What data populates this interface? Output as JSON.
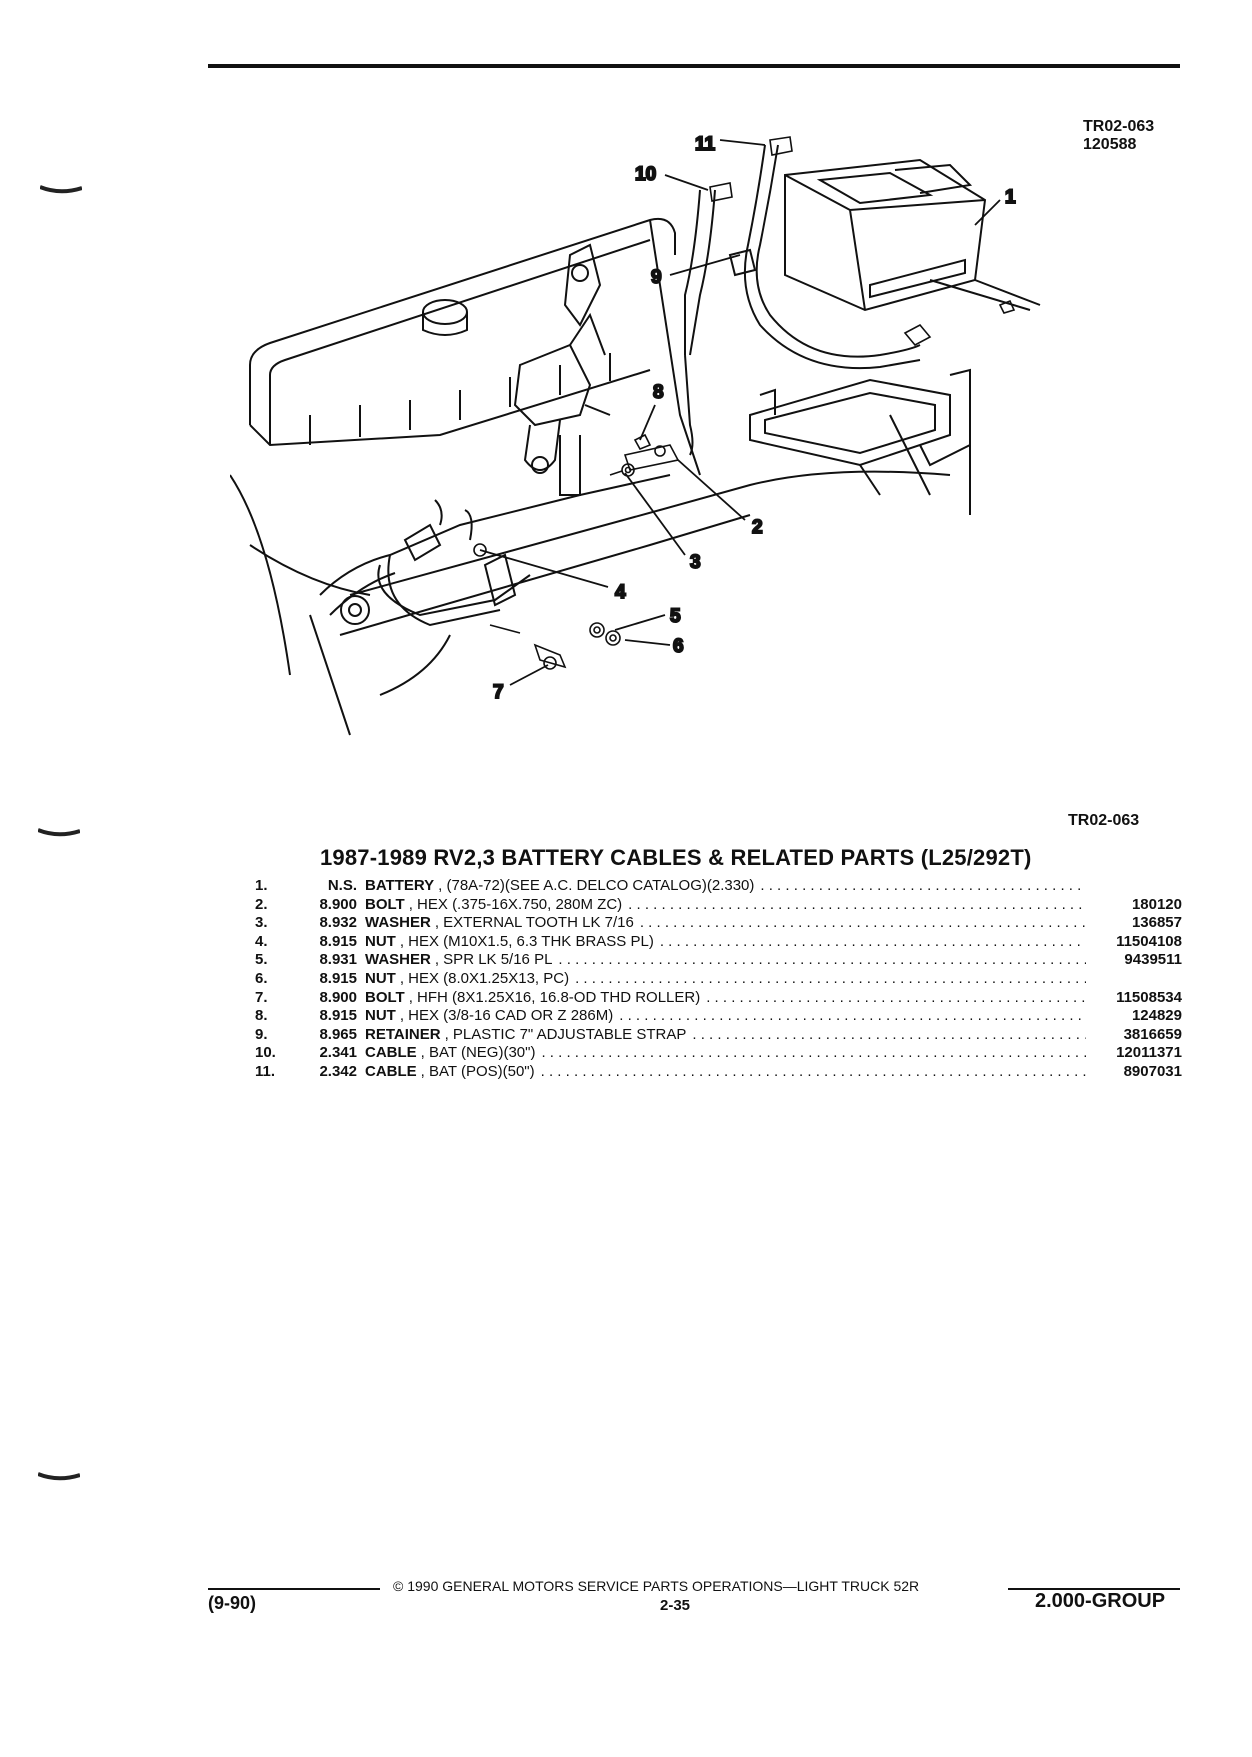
{
  "header": {
    "ref_code": "TR02-063",
    "ref_date": "120588"
  },
  "diagram": {
    "callouts": [
      "1",
      "2",
      "3",
      "4",
      "5",
      "6",
      "7",
      "8",
      "9",
      "10",
      "11"
    ],
    "caption": "TR02-063"
  },
  "title": "1987-1989 RV2,3 BATTERY CABLES & RELATED PARTS (L25/292T)",
  "parts": [
    {
      "num": "1.",
      "group": "N.S.",
      "name": "BATTERY",
      "desc": ", (78A-72)(SEE A.C. DELCO CATALOG)(2.330)",
      "part": ""
    },
    {
      "num": "2.",
      "group": "8.900",
      "name": "BOLT",
      "desc": ", HEX (.375-16X.750, 280M ZC)",
      "part": "180120"
    },
    {
      "num": "3.",
      "group": "8.932",
      "name": "WASHER",
      "desc": ", EXTERNAL TOOTH LK 7/16",
      "part": "136857"
    },
    {
      "num": "4.",
      "group": "8.915",
      "name": "NUT",
      "desc": ", HEX (M10X1.5, 6.3 THK BRASS PL)",
      "part": "11504108"
    },
    {
      "num": "5.",
      "group": "8.931",
      "name": "WASHER",
      "desc": ", SPR LK 5/16 PL",
      "part": "9439511"
    },
    {
      "num": "6.",
      "group": "8.915",
      "name": "NUT",
      "desc": ", HEX (8.0X1.25X13, PC)",
      "part": ""
    },
    {
      "num": "7.",
      "group": "8.900",
      "name": "BOLT",
      "desc": ", HFH (8X1.25X16, 16.8-OD THD ROLLER)",
      "part": "11508534"
    },
    {
      "num": "8.",
      "group": "8.915",
      "name": "NUT",
      "desc": ", HEX (3/8-16 CAD OR Z 286M)",
      "part": "124829"
    },
    {
      "num": "9.",
      "group": "8.965",
      "name": "RETAINER",
      "desc": ", PLASTIC 7\" ADJUSTABLE STRAP",
      "part": "3816659"
    },
    {
      "num": "10.",
      "group": "2.341",
      "name": "CABLE",
      "desc": ", BAT (NEG)(30\")",
      "part": "12011371"
    },
    {
      "num": "11.",
      "group": "2.342",
      "name": "CABLE",
      "desc": ", BAT (POS)(50\")",
      "part": "8907031"
    }
  ],
  "footer": {
    "copyright": "© 1990 GENERAL MOTORS SERVICE PARTS OPERATIONS—LIGHT TRUCK 52R",
    "date_code": "(9-90)",
    "page": "2-35",
    "group": "2.000-GROUP"
  }
}
